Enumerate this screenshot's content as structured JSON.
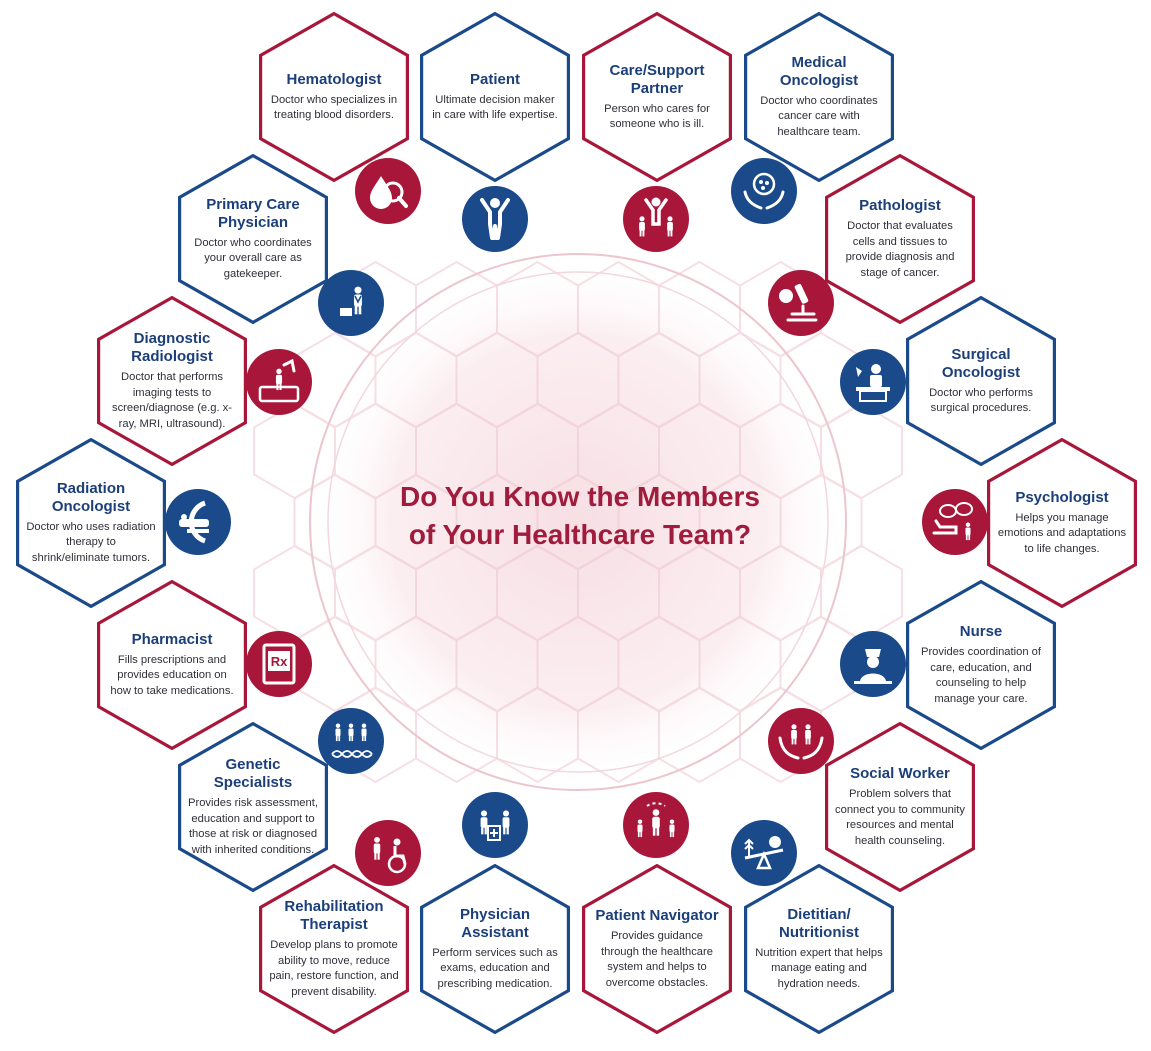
{
  "title_line1": "Do You Know the Members",
  "title_line2": "of Your Healthcare Team?",
  "colors": {
    "blue": "#1a4a8a",
    "red": "#a8173a",
    "title_text": "#1c3f7a",
    "body_text": "#2f2f3a",
    "center_title": "#a01c3c"
  },
  "members": [
    {
      "key": "hematologist",
      "title": "Hematologist",
      "desc": "Doctor who specializes in treating blood disorders.",
      "icon": "blood-drop-magnifier-icon"
    },
    {
      "key": "patient",
      "title": "Patient",
      "desc": "Ultimate decision maker in care with life expertise.",
      "icon": "patient-icon"
    },
    {
      "key": "care-support-partner",
      "title": "Care/Support Partner",
      "desc": "Person who cares for someone who is ill.",
      "icon": "family-icon"
    },
    {
      "key": "medical-oncologist",
      "title": "Medical Oncologist",
      "desc": "Doctor who coordinates cancer care with healthcare team.",
      "icon": "hands-cell-icon"
    },
    {
      "key": "pathologist",
      "title": "Pathologist",
      "desc": "Doctor that evaluates cells and tissues to provide diagnosis and stage of cancer.",
      "icon": "microscope-icon"
    },
    {
      "key": "surgical-oncologist",
      "title": "Surgical Oncologist",
      "desc": "Doctor who performs surgical procedures.",
      "icon": "surgeon-icon"
    },
    {
      "key": "psychologist",
      "title": "Psychologist",
      "desc": "Helps you manage emotions and adaptations to life changes.",
      "icon": "therapy-couch-icon"
    },
    {
      "key": "nurse",
      "title": "Nurse",
      "desc": "Provides coordination of care, education, and counseling to help manage your care.",
      "icon": "nurse-icon"
    },
    {
      "key": "social-worker",
      "title": "Social Worker",
      "desc": "Problem solvers that connect you to community resources and mental health counseling.",
      "icon": "hands-family-icon"
    },
    {
      "key": "dietitian",
      "title": "Dietitian/ Nutritionist",
      "desc": "Nutrition expert that helps manage eating and hydration needs.",
      "icon": "balance-scale-icon"
    },
    {
      "key": "patient-navigator",
      "title": "Patient Navigator",
      "desc": "Provides guidance through the healthcare system and helps to overcome obstacles.",
      "icon": "navigator-icon"
    },
    {
      "key": "physician-assistant",
      "title": "Physician Assistant",
      "desc": "Perform services such as exams, education and prescribing medication.",
      "icon": "physician-assistant-icon"
    },
    {
      "key": "rehabilitation-therapist",
      "title": "Rehabilitation Therapist",
      "desc": "Develop plans to promote ability to move, reduce pain, restore function, and prevent disability.",
      "icon": "wheelchair-icon"
    },
    {
      "key": "genetic-specialists",
      "title": "Genetic Specialists",
      "desc": "Provides risk assessment, education and support to those at risk or diagnosed with inherited conditions.",
      "icon": "dna-family-icon"
    },
    {
      "key": "pharmacist",
      "title": "Pharmacist",
      "desc": "Fills prescriptions and provides education on how to take medications.",
      "icon": "prescription-icon"
    },
    {
      "key": "radiation-oncologist",
      "title": "Radiation Oncologist",
      "desc": "Doctor who uses radiation therapy to shrink/eliminate tumors.",
      "icon": "radiation-machine-icon"
    },
    {
      "key": "diagnostic-radiologist",
      "title": "Diagnostic Radiologist",
      "desc": "Doctor that performs imaging tests to screen/diagnose (e.g. x-ray, MRI, ultrasound).",
      "icon": "xray-icon"
    },
    {
      "key": "primary-care-physician",
      "title": "Primary Care Physician",
      "desc": "Doctor who coordinates your overall care as gatekeeper.",
      "icon": "doctor-family-icon"
    }
  ]
}
